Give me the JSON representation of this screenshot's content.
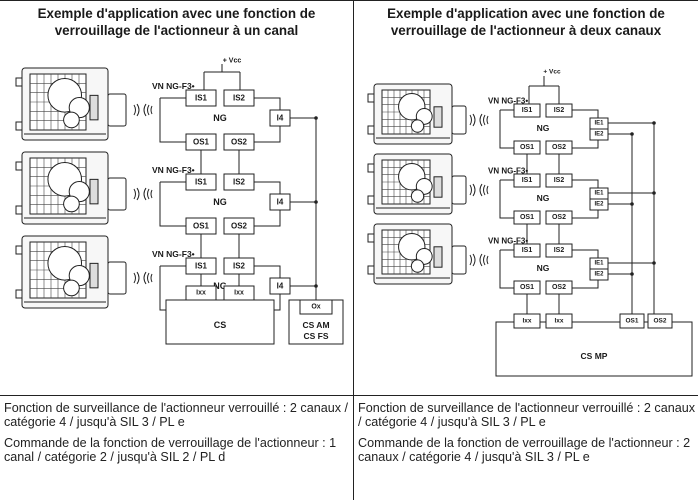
{
  "left": {
    "title": "Exemple d'application avec une fonction de verrouillage de l'actionneur à un canal",
    "device_label": "VN NG-F3•",
    "vcc": "Vcc",
    "ng": "NG",
    "is1": "IS1",
    "is2": "IS2",
    "os1": "OS1",
    "os2": "OS2",
    "i4": "I4",
    "ixx": "Ixx",
    "ox": "Ox",
    "cs": "CS",
    "cs_am": "CS AM",
    "cs_fs": "CS FS",
    "desc1": "Fonction de surveillance de l'actionneur verrouillé : 2 canaux / catégorie 4 / jusqu'à SIL 3 / PL e",
    "desc2": "Commande de la fonction de verrouillage de l'actionneur : 1 canal / catégorie 2 / jusqu'à SIL 2 / PL d"
  },
  "right": {
    "title": "Exemple d'application avec une fonction de verrouillage de l'actionneur à deux canaux",
    "device_label": "VN NG-F3•",
    "vcc": "Vcc",
    "ng": "NG",
    "is1": "IS1",
    "is2": "IS2",
    "os1": "OS1",
    "os2": "OS2",
    "ie1": "IE1",
    "ie2": "IE2",
    "ixx": "Ixx",
    "cs_mp": "CS MP",
    "desc1": "Fonction de surveillance de l'actionneur verrouillé : 2 canaux / catégorie 4 / jusqu'à SIL 3 / PL e",
    "desc2": "Commande de la fonction de verrouillage de l'actionneur : 2 canaux / catégorie 4 / jusqu'à SIL 3 / PL e"
  }
}
